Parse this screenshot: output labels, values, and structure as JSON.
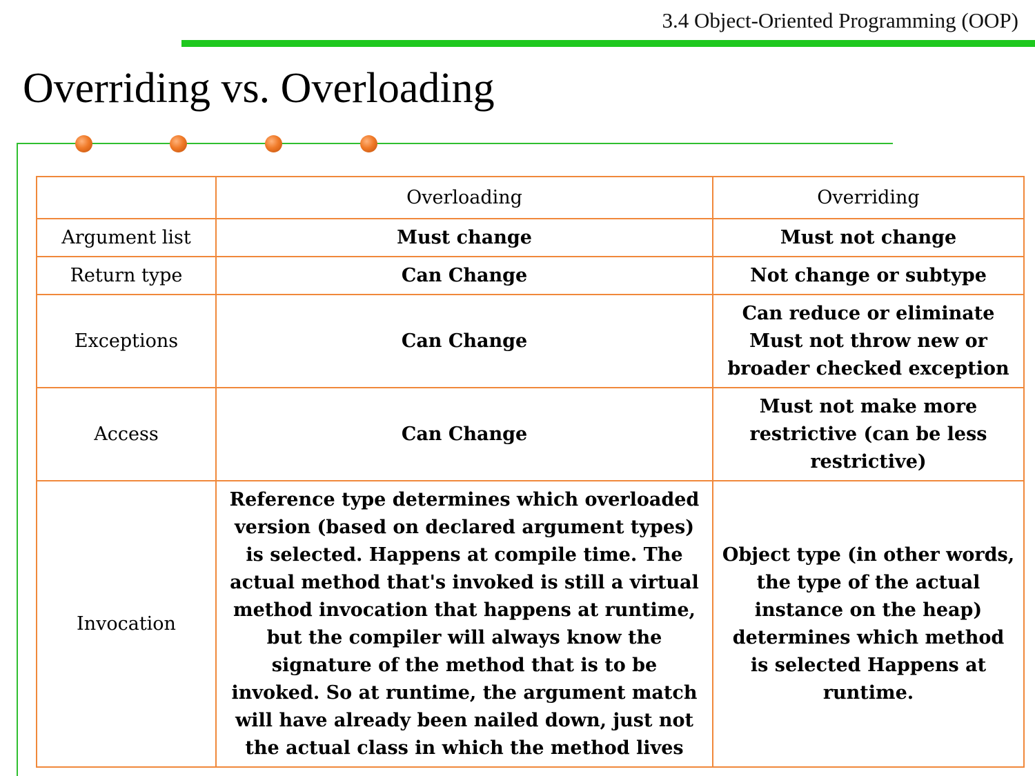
{
  "header": {
    "section": "3.4 Object-Oriented Programming (OOP)",
    "title": "Overriding vs. Overloading",
    "accent_color": "#1ec81e",
    "bullet_color": "#f07a28",
    "border_color": "#f0883a"
  },
  "table": {
    "columns": [
      "",
      "Overloading",
      "Overriding"
    ],
    "rows": [
      {
        "label": "Argument list",
        "overloading": "Must change",
        "overriding": "Must not change"
      },
      {
        "label": "Return type",
        "overloading": "Can Change",
        "overriding": "Not change or subtype"
      },
      {
        "label": "Exceptions",
        "overloading": "Can Change",
        "overriding": "Can reduce or eliminate Must not throw new or broader checked exception"
      },
      {
        "label": "Access",
        "overloading": "Can Change",
        "overriding": "Must not make more restrictive (can be less restrictive)"
      },
      {
        "label": "Invocation",
        "overloading": "Reference type determines which overloaded version (based on declared argument types) is selected. Happens at compile time. The actual method that's invoked is still a virtual method invocation that happens at runtime, but the compiler will always know the signature of the method that is to be invoked. So at runtime, the argument match will have already been nailed down, just not the actual class in which the method lives",
        "overriding": "Object type (in other words, the type of the actual instance on the heap) determines which method is selected Happens at runtime."
      }
    ]
  }
}
